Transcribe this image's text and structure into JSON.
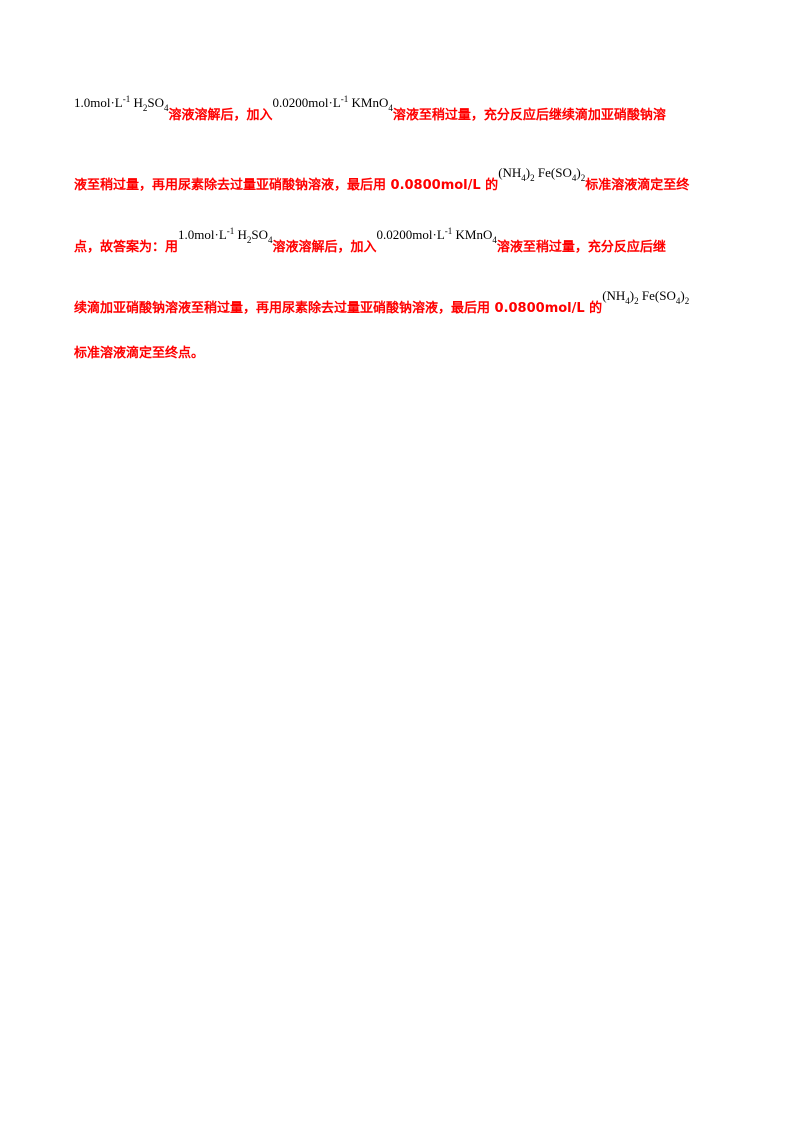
{
  "lines": [
    {
      "segments": [
        {
          "kind": "formula",
          "id": "h2so4_1"
        },
        {
          "kind": "text",
          "text": "溶液溶解后，加入"
        },
        {
          "kind": "formula",
          "id": "kmno4_1"
        },
        {
          "kind": "text",
          "text": "溶液至稍过量，充分反应后继续滴加亚硝酸钠溶"
        }
      ]
    },
    {
      "segments": [
        {
          "kind": "text",
          "text": "液至稍过量，再用尿素除去过量亚硝酸钠溶液，最后用 0.0800mol/L 的"
        },
        {
          "kind": "formula",
          "id": "fe_salt_1"
        },
        {
          "kind": "text",
          "text": "标准溶液滴定至终"
        }
      ]
    },
    {
      "segments": [
        {
          "kind": "text",
          "text": "点，故答案为：用"
        },
        {
          "kind": "formula",
          "id": "h2so4_2"
        },
        {
          "kind": "text",
          "text": "溶液溶解后，加入"
        },
        {
          "kind": "formula",
          "id": "kmno4_2"
        },
        {
          "kind": "text",
          "text": "溶液至稍过量，充分反应后继"
        }
      ]
    },
    {
      "segments": [
        {
          "kind": "text",
          "text": "续滴加亚硝酸钠溶液至稍过量，再用尿素除去过量亚硝酸钠溶液，最后用 0.0800mol/L 的"
        },
        {
          "kind": "formula",
          "id": "fe_salt_2"
        }
      ]
    },
    {
      "segments": [
        {
          "kind": "text",
          "text": "标准溶液滴定至终点。"
        }
      ]
    }
  ],
  "formulas": {
    "h2so4": {
      "conc": "1.0mol·L",
      "exp": "-1",
      "species": "H",
      "sub1": "2",
      "mid": "SO",
      "sub2": "4"
    },
    "kmno4": {
      "conc": "0.0200mol·L",
      "exp": "-1",
      "species": "KMnO",
      "sub": "4"
    },
    "fe_salt": {
      "open": "(NH",
      "sub1": "4",
      "close": ")",
      "sub2": "2",
      "mid": " Fe(SO",
      "sub3": "4",
      "close2": ")",
      "sub4": "2"
    }
  }
}
